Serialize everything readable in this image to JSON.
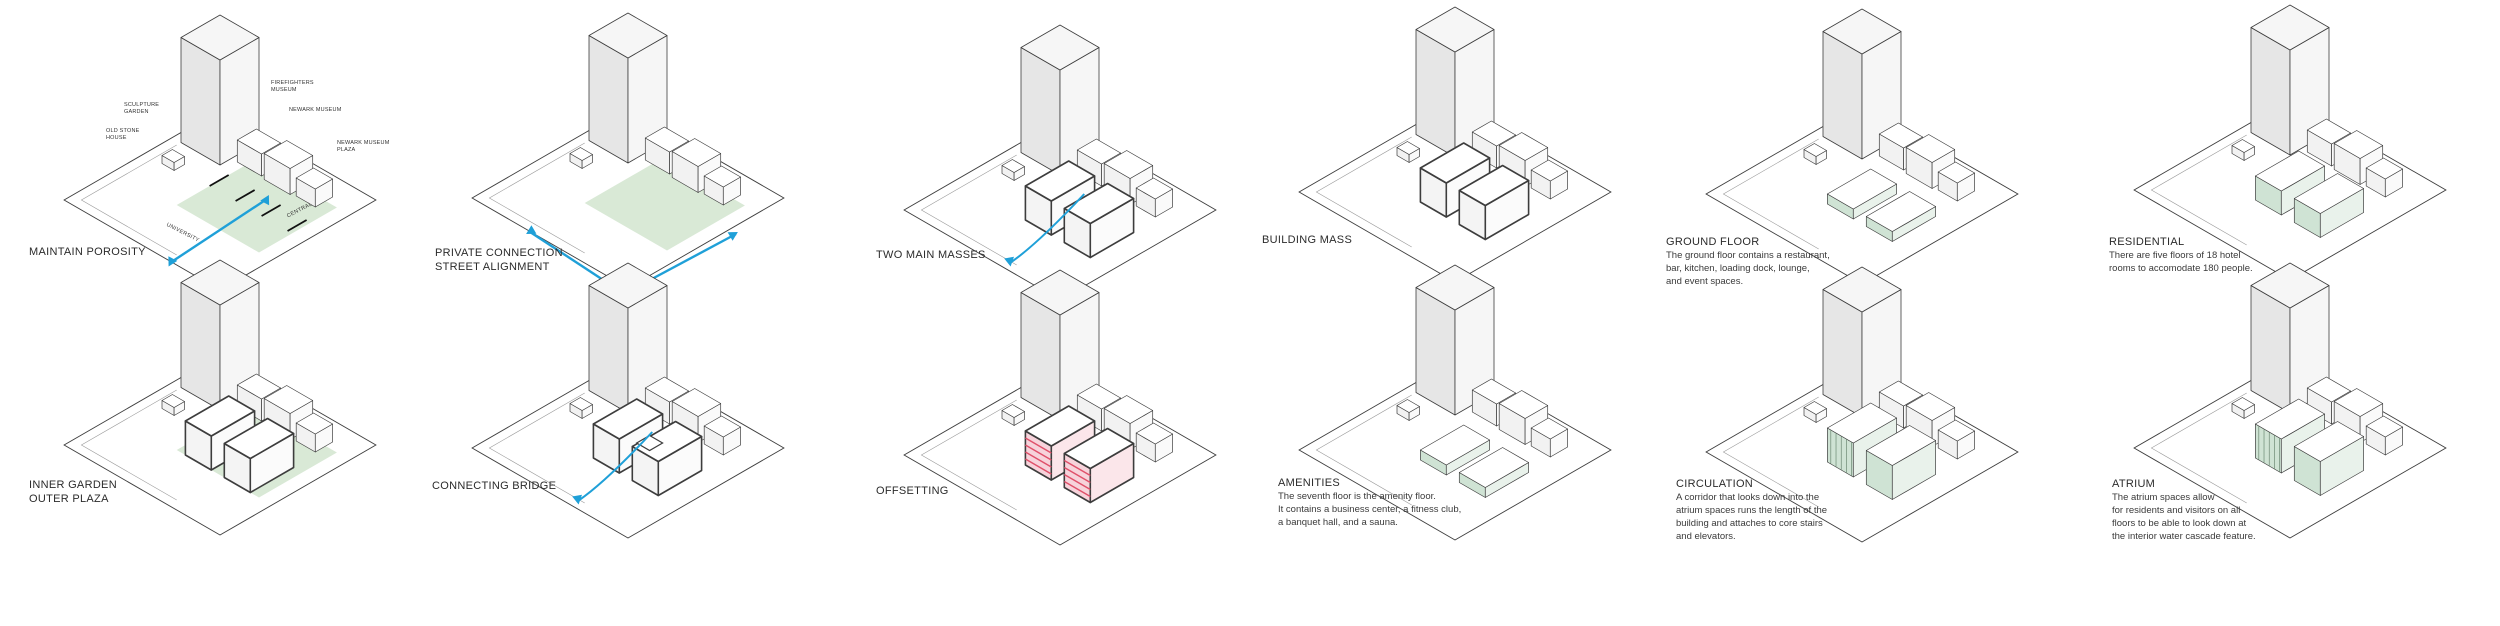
{
  "panels": [
    {
      "id": "maintain-porosity",
      "title_lines": [
        "MAINTAIN POROSITY"
      ],
      "description_lines": [],
      "plaza": true,
      "highlight": "none",
      "arrows": "porosity"
    },
    {
      "id": "private-connection",
      "title_lines": [
        "PRIVATE CONNECTION",
        "STREET ALIGNMENT"
      ],
      "description_lines": [],
      "plaza": true,
      "highlight": "none",
      "arrows": "alignment"
    },
    {
      "id": "two-main-masses",
      "title_lines": [
        "TWO MAIN MASSES"
      ],
      "description_lines": [],
      "plaza": false,
      "highlight": "masses",
      "arrows": "flow"
    },
    {
      "id": "building-mass",
      "title_lines": [
        "BUILDING MASS"
      ],
      "description_lines": [],
      "plaza": false,
      "highlight": "masses",
      "arrows": "none"
    },
    {
      "id": "ground-floor",
      "title_lines": [
        "GROUND FLOOR"
      ],
      "description_lines": [
        "The ground floor contains a restaurant,",
        "bar, kitchen, loading dock, lounge,",
        "and event spaces."
      ],
      "plaza": false,
      "highlight": "floor",
      "arrows": "none"
    },
    {
      "id": "residential",
      "title_lines": [
        "RESIDENTIAL"
      ],
      "description_lines": [
        "There are five floors of 18 hotel",
        "rooms to accomodate 180 people."
      ],
      "plaza": false,
      "highlight": "stack",
      "arrows": "none"
    },
    {
      "id": "inner-garden",
      "title_lines": [
        "INNER GARDEN",
        "OUTER PLAZA"
      ],
      "description_lines": [],
      "plaza": true,
      "highlight": "masses",
      "arrows": "none"
    },
    {
      "id": "connecting-bridge",
      "title_lines": [
        "CONNECTING BRIDGE"
      ],
      "description_lines": [],
      "plaza": false,
      "highlight": "bridge",
      "arrows": "bridge"
    },
    {
      "id": "offsetting",
      "title_lines": [
        "OFFSETTING"
      ],
      "description_lines": [],
      "plaza": false,
      "highlight": "offset",
      "arrows": "none"
    },
    {
      "id": "amenities",
      "title_lines": [
        "AMENITIES"
      ],
      "description_lines": [
        "The seventh floor is the amenity floor.",
        "It contains a business center, a fitness club,",
        "a banquet hall, and a sauna."
      ],
      "plaza": false,
      "highlight": "floor",
      "arrows": "none"
    },
    {
      "id": "circulation",
      "title_lines": [
        "CIRCULATION"
      ],
      "description_lines": [
        "A corridor that looks down into the",
        "atrium spaces runs the length of the",
        "building and attaches to core stairs",
        "and elevators."
      ],
      "plaza": false,
      "highlight": "circulation",
      "arrows": "none"
    },
    {
      "id": "atrium",
      "title_lines": [
        "ATRIUM"
      ],
      "description_lines": [
        "The atrium spaces allow",
        "for residents and visitors on all",
        "floors to be able to look down at",
        "the interior water cascade feature."
      ],
      "plaza": false,
      "highlight": "atrium",
      "arrows": "none"
    }
  ],
  "site_labels": {
    "sculpture_garden": [
      "SCULPTURE",
      "GARDEN"
    ],
    "firefighters_museum": [
      "FIREFIGHTERS",
      "MUSEUM"
    ],
    "newark_museum": [
      "NEWARK MUSEUM"
    ],
    "old_stone_house": [
      "OLD STONE",
      "HOUSE"
    ],
    "newark_museum_plaza": [
      "NEWARK MUSEUM",
      "PLAZA"
    ],
    "street_left": "UNIVERSITY",
    "street_right": "CENTRAL"
  },
  "colors": {
    "line": "#3d3d3d",
    "thin_line": "#9a9a9a",
    "tower_left": "#e6e6e6",
    "tower_right": "#f6f6f6",
    "plaza": "#d9e9d6",
    "arrow": "#1fa0d8",
    "offset": "#e0506a",
    "glass": "#cfe3d4"
  }
}
